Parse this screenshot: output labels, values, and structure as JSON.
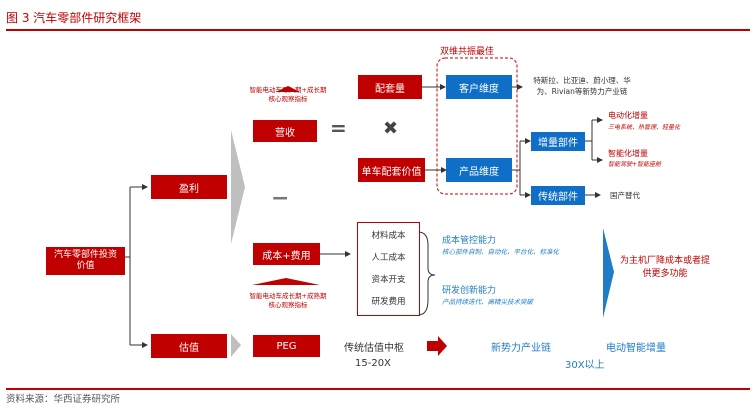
{
  "figure_title": "图 3 汽车零部件研究框架",
  "source": "资料来源：华西证券研究所",
  "root": "汽车零部件投资价值",
  "branch_profit": "盈利",
  "branch_valuation": "估值",
  "double_dim": "双维共振最佳",
  "operator_equals": "=",
  "operator_times": "✖",
  "operator_minus": "−",
  "revenue": {
    "label": "营收",
    "note": "智能电动车导入期+成长期核心观察指标"
  },
  "cost": {
    "label": "成本+费用",
    "note": "智能电动车成长期+成熟期核心观察指标",
    "items": [
      "材料成本",
      "人工成本",
      "资本开支",
      "研发费用"
    ]
  },
  "volume": "配套量",
  "unit_value": "单车配套价值",
  "customer_dim": "客户维度",
  "product_dim": "产品维度",
  "customer_desc": "特斯拉、比亚迪、蔚小理、华为、Rivian等新势力产业链",
  "increment_parts": "增量部件",
  "traditional_parts": "传统部件",
  "import_sub": "国产替代",
  "electrification": {
    "title": "电动化增量",
    "sub": "三电系统、热管理、轻量化"
  },
  "intelligence": {
    "title": "智能化增量",
    "sub": "智能驾驶+智能座舱"
  },
  "cost_control": {
    "title": "成本管控能力",
    "sub": "核心部件自制、自动化、平台化、标准化"
  },
  "rd": {
    "title": "研发创新能力",
    "sub": "产品持续迭代、高精尖技术突破"
  },
  "oem_text": "为主机厂降成本或者提供更多功能",
  "peg": "PEG",
  "traditional_val": "传统估值中枢",
  "traditional_val_range": "15-20X",
  "new_force": "新势力产业链",
  "ev_smart": "电动智能增量",
  "above_30x": "30X以上",
  "colors": {
    "red": "#c00000",
    "blue": "#0f6fc6",
    "text_blue": "#1f7dc8",
    "gray": "#bfbfbf"
  }
}
